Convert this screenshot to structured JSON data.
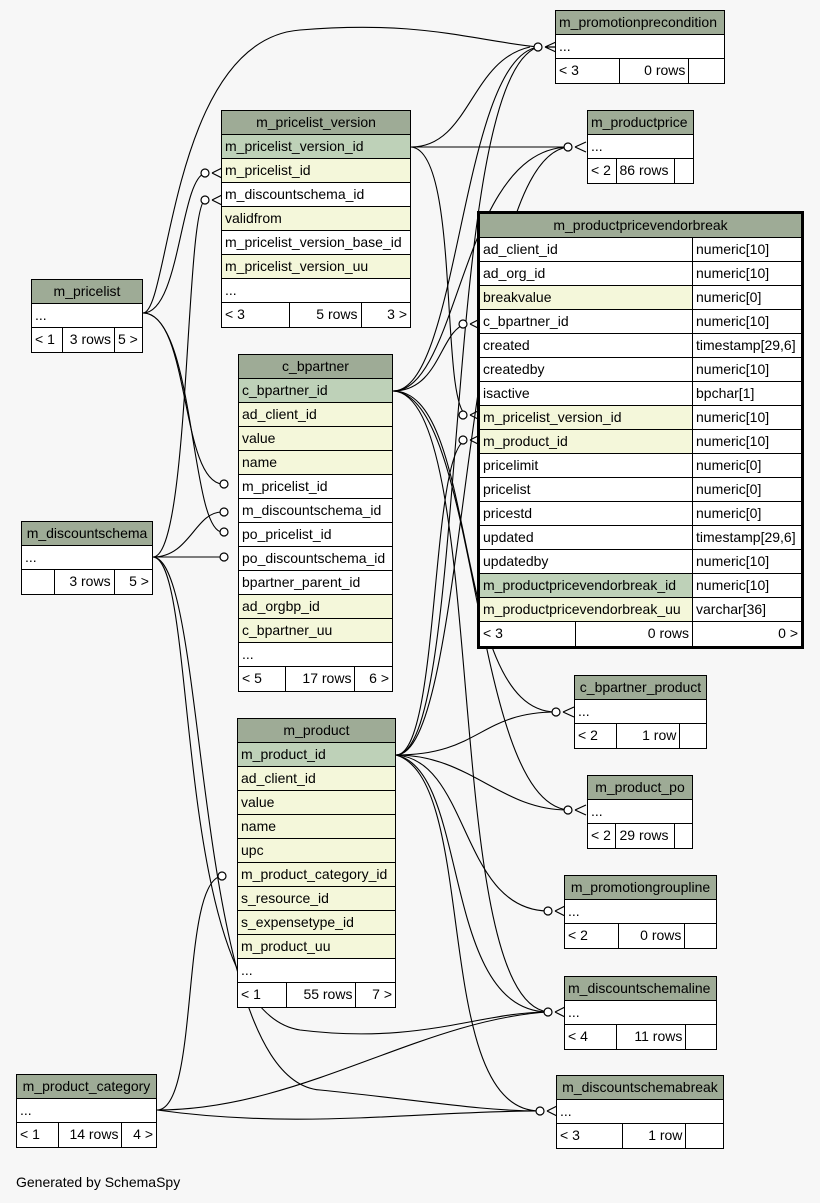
{
  "footer": "Generated by SchemaSpy",
  "colors": {
    "header": "#9eab96",
    "primary_key": "#bed1b8",
    "indexed": "#f4f7da",
    "plain": "#ffffff",
    "background": "#f7f7f7"
  },
  "tables": {
    "m_promotionprecondition": {
      "name": "m_promotionprecondition",
      "rows": [
        "..."
      ],
      "foot": [
        "< 3",
        "0 rows",
        ""
      ]
    },
    "m_pricelist_version": {
      "name": "m_pricelist_version",
      "rows": [
        "m_pricelist_version_id",
        "m_pricelist_id",
        "m_discountschema_id",
        "validfrom",
        "m_pricelist_version_base_id",
        "m_pricelist_version_uu",
        "..."
      ],
      "foot": [
        "< 3",
        "5 rows",
        "3 >"
      ]
    },
    "m_productprice": {
      "name": "m_productprice",
      "rows": [
        "..."
      ],
      "foot": [
        "< 2",
        "86 rows",
        ""
      ]
    },
    "m_productpricevendorbreak": {
      "name": "m_productpricevendorbreak",
      "rows": [
        [
          "ad_client_id",
          "numeric[10]"
        ],
        [
          "ad_org_id",
          "numeric[10]"
        ],
        [
          "breakvalue",
          "numeric[0]"
        ],
        [
          "c_bpartner_id",
          "numeric[10]"
        ],
        [
          "created",
          "timestamp[29,6]"
        ],
        [
          "createdby",
          "numeric[10]"
        ],
        [
          "isactive",
          "bpchar[1]"
        ],
        [
          "m_pricelist_version_id",
          "numeric[10]"
        ],
        [
          "m_product_id",
          "numeric[10]"
        ],
        [
          "pricelimit",
          "numeric[0]"
        ],
        [
          "pricelist",
          "numeric[0]"
        ],
        [
          "pricestd",
          "numeric[0]"
        ],
        [
          "updated",
          "timestamp[29,6]"
        ],
        [
          "updatedby",
          "numeric[10]"
        ],
        [
          "m_productpricevendorbreak_id",
          "numeric[10]"
        ],
        [
          "m_productpricevendorbreak_uu",
          "varchar[36]"
        ]
      ],
      "foot": [
        "< 3",
        "0 rows",
        "0 >"
      ]
    },
    "m_pricelist": {
      "name": "m_pricelist",
      "rows": [
        "..."
      ],
      "foot": [
        "< 1",
        "3 rows",
        "5 >"
      ]
    },
    "c_bpartner": {
      "name": "c_bpartner",
      "rows": [
        "c_bpartner_id",
        "ad_client_id",
        "value",
        "name",
        "m_pricelist_id",
        "m_discountschema_id",
        "po_pricelist_id",
        "po_discountschema_id",
        "bpartner_parent_id",
        "ad_orgbp_id",
        "c_bpartner_uu",
        "..."
      ],
      "foot": [
        "< 5",
        "17 rows",
        "6 >"
      ]
    },
    "m_discountschema": {
      "name": "m_discountschema",
      "rows": [
        "..."
      ],
      "foot": [
        "",
        "3 rows",
        "5 >"
      ]
    },
    "c_bpartner_product": {
      "name": "c_bpartner_product",
      "rows": [
        "..."
      ],
      "foot": [
        "< 2",
        "1 row",
        ""
      ]
    },
    "m_product": {
      "name": "m_product",
      "rows": [
        "m_product_id",
        "ad_client_id",
        "value",
        "name",
        "upc",
        "m_product_category_id",
        "s_resource_id",
        "s_expensetype_id",
        "m_product_uu",
        "..."
      ],
      "foot": [
        "< 1",
        "55 rows",
        "7 >"
      ]
    },
    "m_product_po": {
      "name": "m_product_po",
      "rows": [
        "..."
      ],
      "foot": [
        "< 2",
        "29 rows",
        ""
      ]
    },
    "m_promotiongroupline": {
      "name": "m_promotiongroupline",
      "rows": [
        "..."
      ],
      "foot": [
        "< 2",
        "0 rows",
        ""
      ]
    },
    "m_discountschemaline": {
      "name": "m_discountschemaline",
      "rows": [
        "..."
      ],
      "foot": [
        "< 4",
        "11 rows",
        ""
      ]
    },
    "m_product_category": {
      "name": "m_product_category",
      "rows": [
        "..."
      ],
      "foot": [
        "< 1",
        "14 rows",
        "4 >"
      ]
    },
    "m_discountschemabreak": {
      "name": "m_discountschemabreak",
      "rows": [
        "..."
      ],
      "foot": [
        "< 3",
        "1 row",
        ""
      ]
    }
  }
}
